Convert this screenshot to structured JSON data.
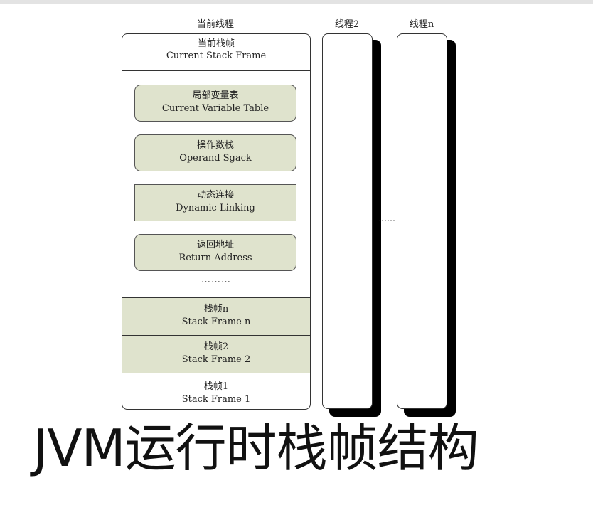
{
  "labels": {
    "current_thread": "当前线程",
    "thread2": "线程2",
    "threadn": "线程n"
  },
  "current_frame": {
    "zh": "当前栈帧",
    "en": "Current Stack Frame"
  },
  "components": [
    {
      "zh": "局部变量表",
      "en": "Current Variable Table"
    },
    {
      "zh": "操作数栈",
      "en": "Operand Sgack"
    },
    {
      "zh": "动态连接",
      "en": "Dynamic Linking"
    },
    {
      "zh": "返回地址",
      "en": "Return Address"
    }
  ],
  "inner_ellipsis": "………",
  "frames": [
    {
      "zh": "栈帧n",
      "en": "Stack Frame n"
    },
    {
      "zh": "栈帧2",
      "en": "Stack Frame 2"
    },
    {
      "zh": "栈帧1",
      "en": "Stack Frame 1"
    }
  ],
  "threads_ellipsis": "……",
  "caption": "JVM运行时栈帧结构"
}
